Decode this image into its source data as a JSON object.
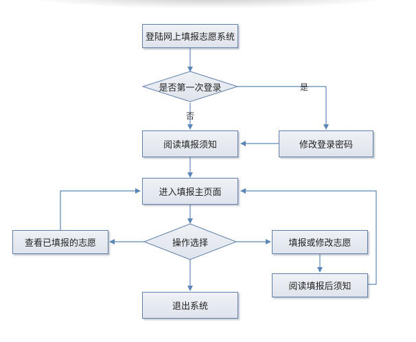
{
  "nodes": {
    "login": "登陆网上填报志愿系统",
    "first_login": "是否第一次登录",
    "read_notice": "阅读填报须知",
    "change_password": "修改登录密码",
    "main_page": "进入填报主页面",
    "choose_action": "操作选择",
    "view_filled": "查看已填报的志愿",
    "fill_or_modify": "填报或修改志愿",
    "read_after": "阅读填报后须知",
    "exit": "退出系统"
  },
  "edges": {
    "yes": "是",
    "no": "否"
  },
  "colors": {
    "stroke": "#5b86b8",
    "box_border": "#5f7fa8"
  }
}
